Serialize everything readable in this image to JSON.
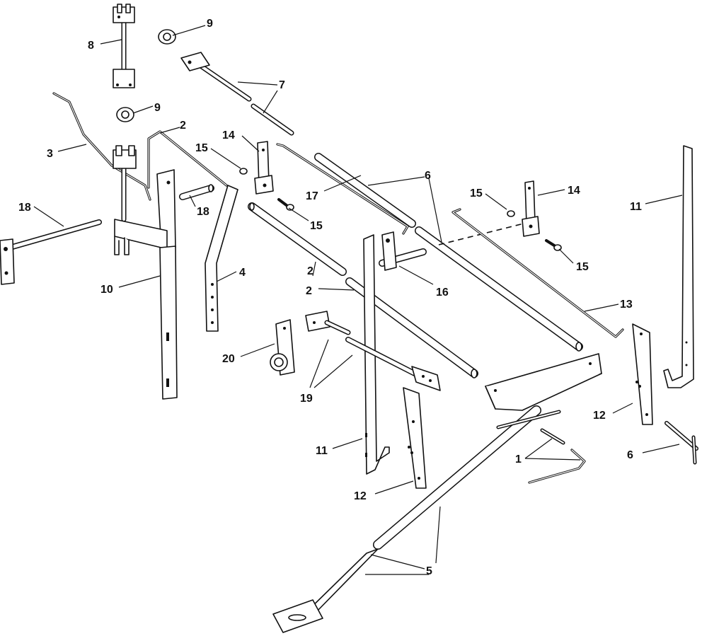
{
  "diagram": {
    "type": "exploded-parts-diagram",
    "callouts": {
      "c1": "1",
      "c2a": "2",
      "c2b": "2",
      "c2c": "2",
      "c3": "3",
      "c4": "4",
      "c5": "5",
      "c6a": "6",
      "c6b": "6",
      "c7": "7",
      "c8": "8",
      "c9a": "9",
      "c9b": "9",
      "c10": "10",
      "c11a": "11",
      "c11b": "11",
      "c12a": "12",
      "c12b": "12",
      "c13": "13",
      "c14a": "14",
      "c14b": "14",
      "c15a": "15",
      "c15b": "15",
      "c15c": "15",
      "c15d": "15",
      "c16": "16",
      "c17": "17",
      "c18a": "18",
      "c18b": "18",
      "c19": "19",
      "c20": "20"
    }
  }
}
